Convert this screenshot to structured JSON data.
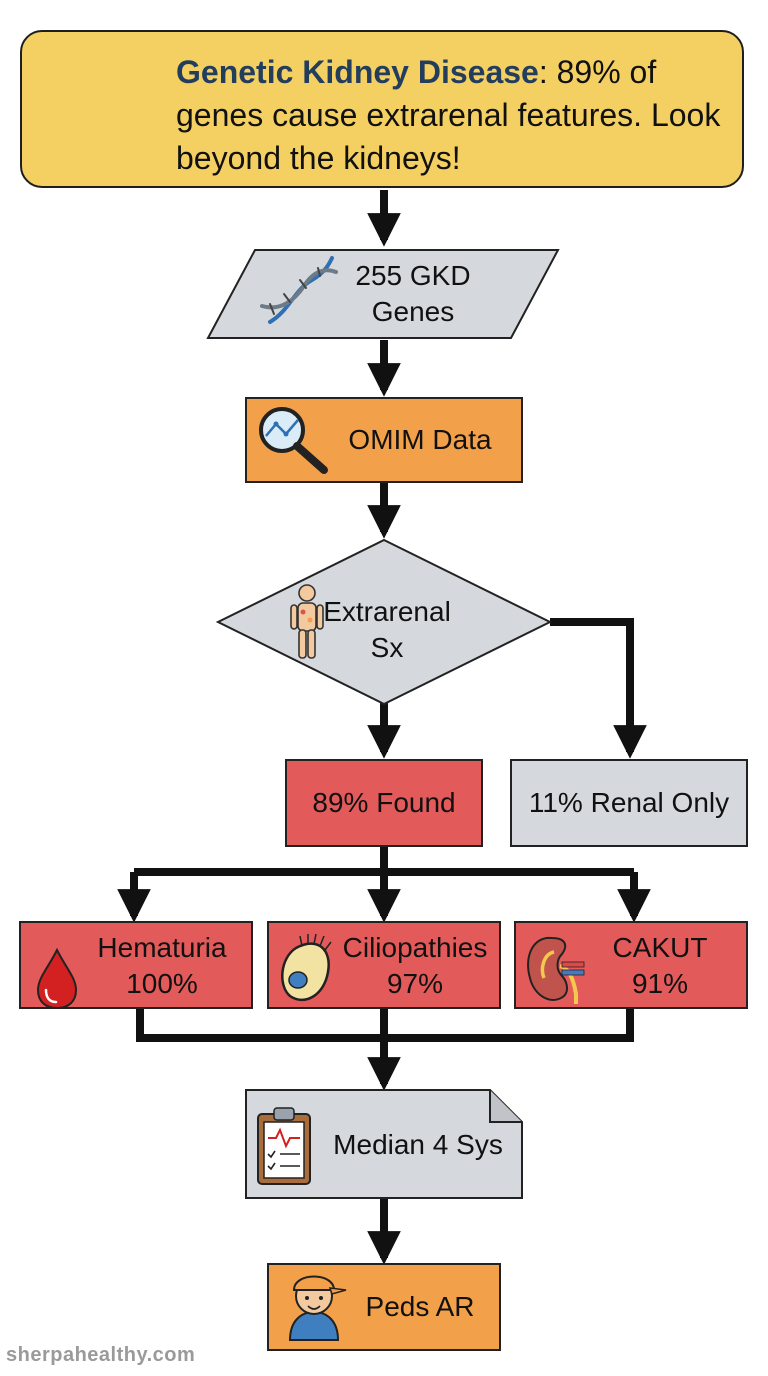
{
  "header": {
    "title_bold": "Genetic Kidney Disease",
    "title_rest": ": 89% of genes cause extrarenal features. Look beyond the kidneys!"
  },
  "nodes": {
    "genes": {
      "line1": "255 GKD",
      "line2": "Genes"
    },
    "omim": {
      "label": "OMIM Data"
    },
    "decision": {
      "line1": "Extrarenal",
      "line2": "Sx"
    },
    "found": {
      "label": "89% Found"
    },
    "renal_only": {
      "label": "11% Renal Only"
    },
    "hematuria": {
      "line1": "Hematuria",
      "line2": "100%"
    },
    "ciliopathies": {
      "line1": "Ciliopathies",
      "line2": "97%"
    },
    "cakut": {
      "line1": "CAKUT",
      "line2": "91%"
    },
    "median": {
      "label": "Median 4 Sys"
    },
    "peds": {
      "label": "Peds AR"
    }
  },
  "icons": {
    "header": "kidney-icon",
    "genes": "dna-icon",
    "omim": "magnifier-icon",
    "decision": "human-body-icon",
    "hematuria": "blood-drop-icon",
    "ciliopathies": "cilia-cell-icon",
    "cakut": "kidney-icon",
    "median": "clipboard-icon",
    "peds": "child-icon"
  },
  "colors": {
    "header_fill": "#f4d063",
    "header_highlight": "#233e5c",
    "gray_fill": "#d5d9dd",
    "orange_fill": "#f2a04a",
    "red_fill": "#e35a5a",
    "connector": "#111111"
  },
  "footer": {
    "watermark": "sherpahealthy.com"
  }
}
